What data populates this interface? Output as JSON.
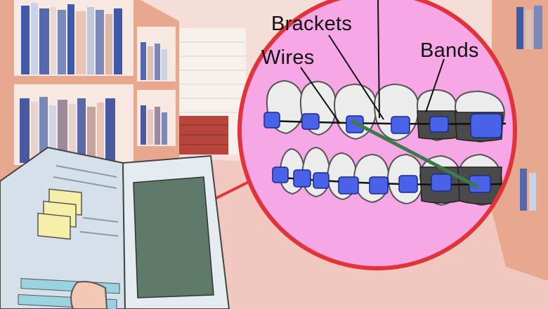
{
  "labels": {
    "brackets": "Brackets",
    "wires": "Wires",
    "bands": "Bands"
  },
  "colors": {
    "wall": "#f5ddd8",
    "shelf_wood": "#e8a890",
    "magnifier_fill": "#f7a6e6",
    "magnifier_ring": "#e0343a",
    "tooth": "#ececec",
    "bracket": "#4a62e8",
    "band": "#4a4a4a",
    "elastic": "#3d7a4a",
    "book_page_screen": "#5f7a6a",
    "sticky_note": "#f5efa8"
  }
}
